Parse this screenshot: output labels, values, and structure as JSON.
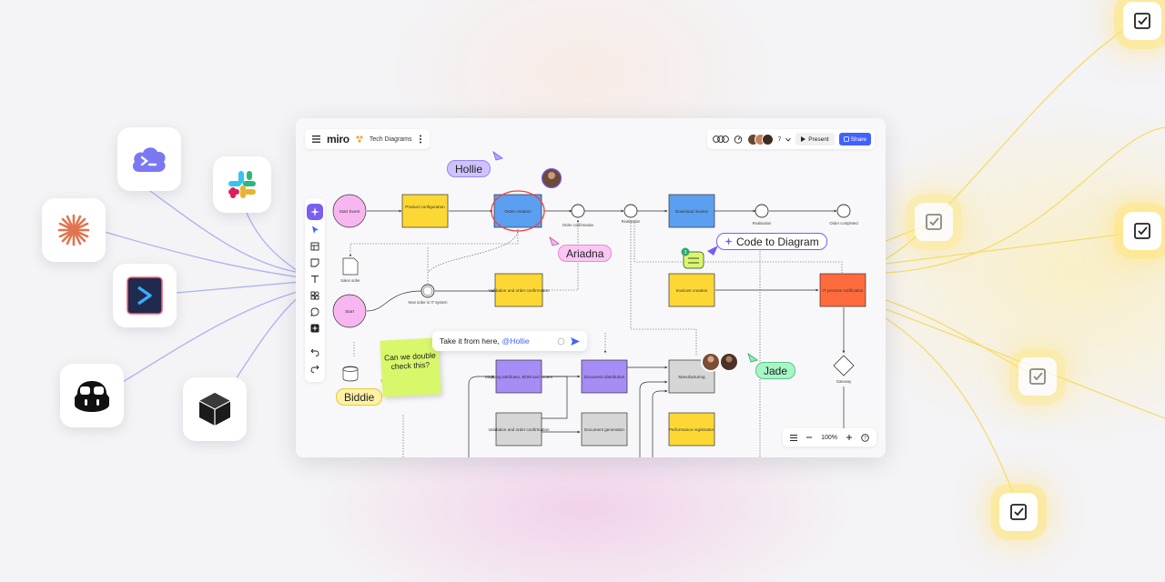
{
  "app": {
    "brand": "miro",
    "board_name": "Tech Diagrams"
  },
  "header": {
    "collaborator_count": "7",
    "present_label": "Present",
    "share_label": "Share"
  },
  "nodes": {
    "start_event": "Start Event",
    "product_configuration": "Product configuration",
    "order_creation": "Order creation",
    "order_confirmation": "Order confirmation",
    "realisation_1": "Realisation",
    "download_invoice": "Download invoice",
    "realisation_2": "Realisation",
    "order_completed": "Order completed",
    "sales_order": "Sales order",
    "new_order_in_it": "New order in IT system",
    "validation_order_confirmation": "Validation and order confirmation",
    "invoices_creation": "Invoices creation",
    "it_process_notification": "IT process notification",
    "start": "Start",
    "mapping_attributes": "Mapping attributes, BOM and routes",
    "document_distribution": "Document distribution",
    "manufacturing": "Manufacturing",
    "gateway": "Gateway",
    "validation_order_confirmation_2": "Validation and order confirmation",
    "document_generation": "Document generation",
    "performance_registration": "Performance registration"
  },
  "cursors": {
    "hollie": "Hollie",
    "ariadna": "Ariadna",
    "jade": "Jade",
    "biddie": "Biddie"
  },
  "ai_tag": "Code to Diagram",
  "comment_badge": "3",
  "sticky_note": "Can we double check this?",
  "comment": {
    "text": "Take it from here,",
    "mention": "@Hollie"
  },
  "zoom": {
    "level": "100%"
  },
  "colors": {
    "accent": "#4262ff",
    "ai_purple": "#7b5cf5",
    "node_yellow": "#fdd835",
    "node_blue": "#5b9ff0",
    "node_purple": "#a68cf5",
    "node_orange": "#ff6b3d",
    "node_grey": "#d6d6d6",
    "event_pink": "#f7b6f0"
  },
  "icons": {
    "integrations": [
      "terminal-cloud-icon",
      "slack-icon",
      "asterisk-logo-icon",
      "terminal-chevron-icon",
      "copilot-icon",
      "cube-icon"
    ],
    "checks": [
      "check-icon",
      "check-icon",
      "check-icon",
      "check-icon",
      "check-icon",
      "check-icon"
    ]
  }
}
